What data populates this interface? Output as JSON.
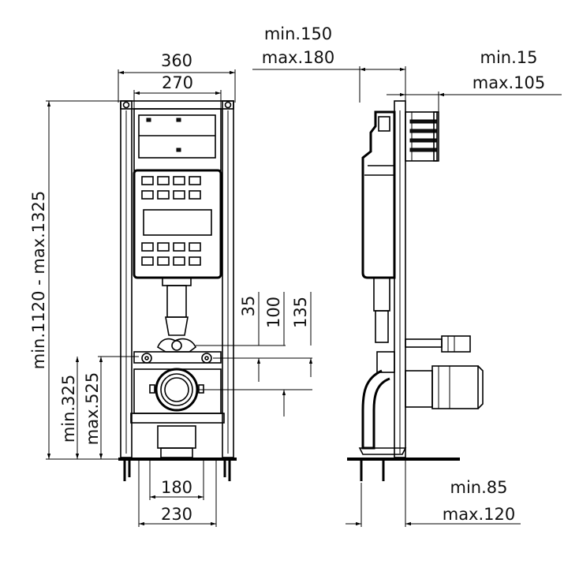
{
  "front_view": {
    "width_outer": "360",
    "width_inner": "270",
    "height_range": "min.1120 - max.1325",
    "outlet_min": "min.325",
    "outlet_max": "max.525",
    "offset_35": "35",
    "offset_100": "100",
    "offset_135": "135",
    "leg_spacing_inner": "180",
    "leg_spacing_outer": "230"
  },
  "side_view": {
    "depth_min": "min.150",
    "depth_max": "max.180",
    "wall_min": "min.15",
    "wall_max": "max.105",
    "bottom_min": "min.85",
    "bottom_max": "max.120"
  }
}
